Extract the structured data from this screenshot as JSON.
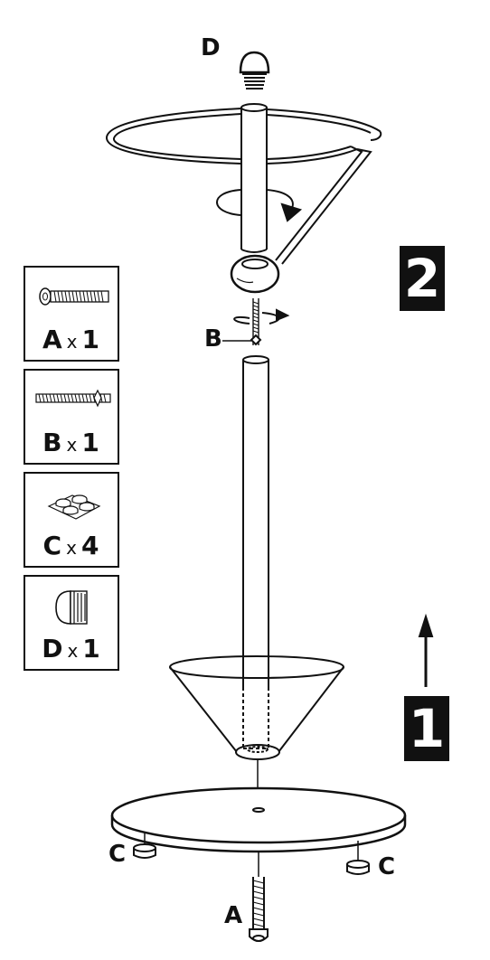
{
  "parts": [
    {
      "letter": "A",
      "times": "x",
      "count": "1",
      "icon": "screw-icon"
    },
    {
      "letter": "B",
      "times": "x",
      "count": "1",
      "icon": "threaded-rod-icon"
    },
    {
      "letter": "C",
      "times": "x",
      "count": "4",
      "icon": "felt-pads-icon"
    },
    {
      "letter": "D",
      "times": "x",
      "count": "1",
      "icon": "end-cap-icon"
    }
  ],
  "callouts": {
    "a": "A",
    "b": "B",
    "c_left": "C",
    "c_right": "C",
    "d": "D"
  },
  "steps": {
    "one": "1",
    "two": "2"
  },
  "colors": {
    "ink": "#111111",
    "paper": "#ffffff"
  }
}
